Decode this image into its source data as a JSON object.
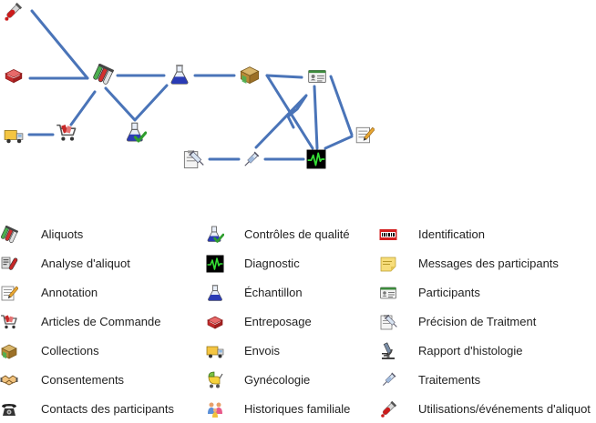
{
  "diagram": {
    "edge_color": "#4a74b8",
    "nodes": [
      {
        "id": "utilisation-top",
        "icon": "test-tube-red-icon"
      },
      {
        "id": "entreposage-left",
        "icon": "storage-box-icon"
      },
      {
        "id": "aliquots-mid",
        "icon": "aliquot-tubes-icon"
      },
      {
        "id": "echantillon-mid",
        "icon": "flask-blue-icon"
      },
      {
        "id": "collections-mid",
        "icon": "collection-box-icon"
      },
      {
        "id": "participants-mid",
        "icon": "id-card-icon"
      },
      {
        "id": "envois-left",
        "icon": "shipping-truck-icon"
      },
      {
        "id": "articles-mid",
        "icon": "shopping-cart-icon"
      },
      {
        "id": "controles-mid",
        "icon": "flask-check-icon"
      },
      {
        "id": "annotation-right",
        "icon": "notepad-pencil-icon"
      },
      {
        "id": "precision-bottom",
        "icon": "clipboard-syringe-icon"
      },
      {
        "id": "traitements-bottom",
        "icon": "syringe-icon"
      },
      {
        "id": "diagnostic-bottom",
        "icon": "heartbeat-monitor-icon"
      }
    ]
  },
  "legend": {
    "col1": [
      {
        "icon": "aliquot-tubes-icon",
        "label": "Aliquots"
      },
      {
        "icon": "aliquot-analysis-icon",
        "label": "Analyse d'aliquot"
      },
      {
        "icon": "notepad-pencil-icon",
        "label": "Annotation"
      },
      {
        "icon": "shopping-cart-icon",
        "label": "Articles de Commande"
      },
      {
        "icon": "collection-box-icon",
        "label": "Collections"
      },
      {
        "icon": "handshake-icon",
        "label": "Consentements"
      },
      {
        "icon": "telephone-icon",
        "label": "Contacts des participants"
      }
    ],
    "col2": [
      {
        "icon": "flask-check-icon",
        "label": "Contrôles de qualité"
      },
      {
        "icon": "heartbeat-monitor-icon",
        "label": "Diagnostic"
      },
      {
        "icon": "flask-blue-icon",
        "label": "Échantillon"
      },
      {
        "icon": "storage-box-icon",
        "label": "Entreposage"
      },
      {
        "icon": "shipping-truck-icon",
        "label": "Envois"
      },
      {
        "icon": "stroller-icon",
        "label": "Gynécologie"
      },
      {
        "icon": "family-icon",
        "label": "Historiques familiale"
      }
    ],
    "col3": [
      {
        "icon": "barcode-label-icon",
        "label": "Identification"
      },
      {
        "icon": "sticky-note-icon",
        "label": "Messages des participants"
      },
      {
        "icon": "id-card-icon",
        "label": "Participants"
      },
      {
        "icon": "clipboard-syringe-icon",
        "label": "Précision de Traitment"
      },
      {
        "icon": "microscope-icon",
        "label": "Rapport d'histologie"
      },
      {
        "icon": "syringe-icon",
        "label": "Traitements"
      },
      {
        "icon": "test-tube-red-icon",
        "label": "Utilisations/événements d'aliquot"
      }
    ]
  }
}
